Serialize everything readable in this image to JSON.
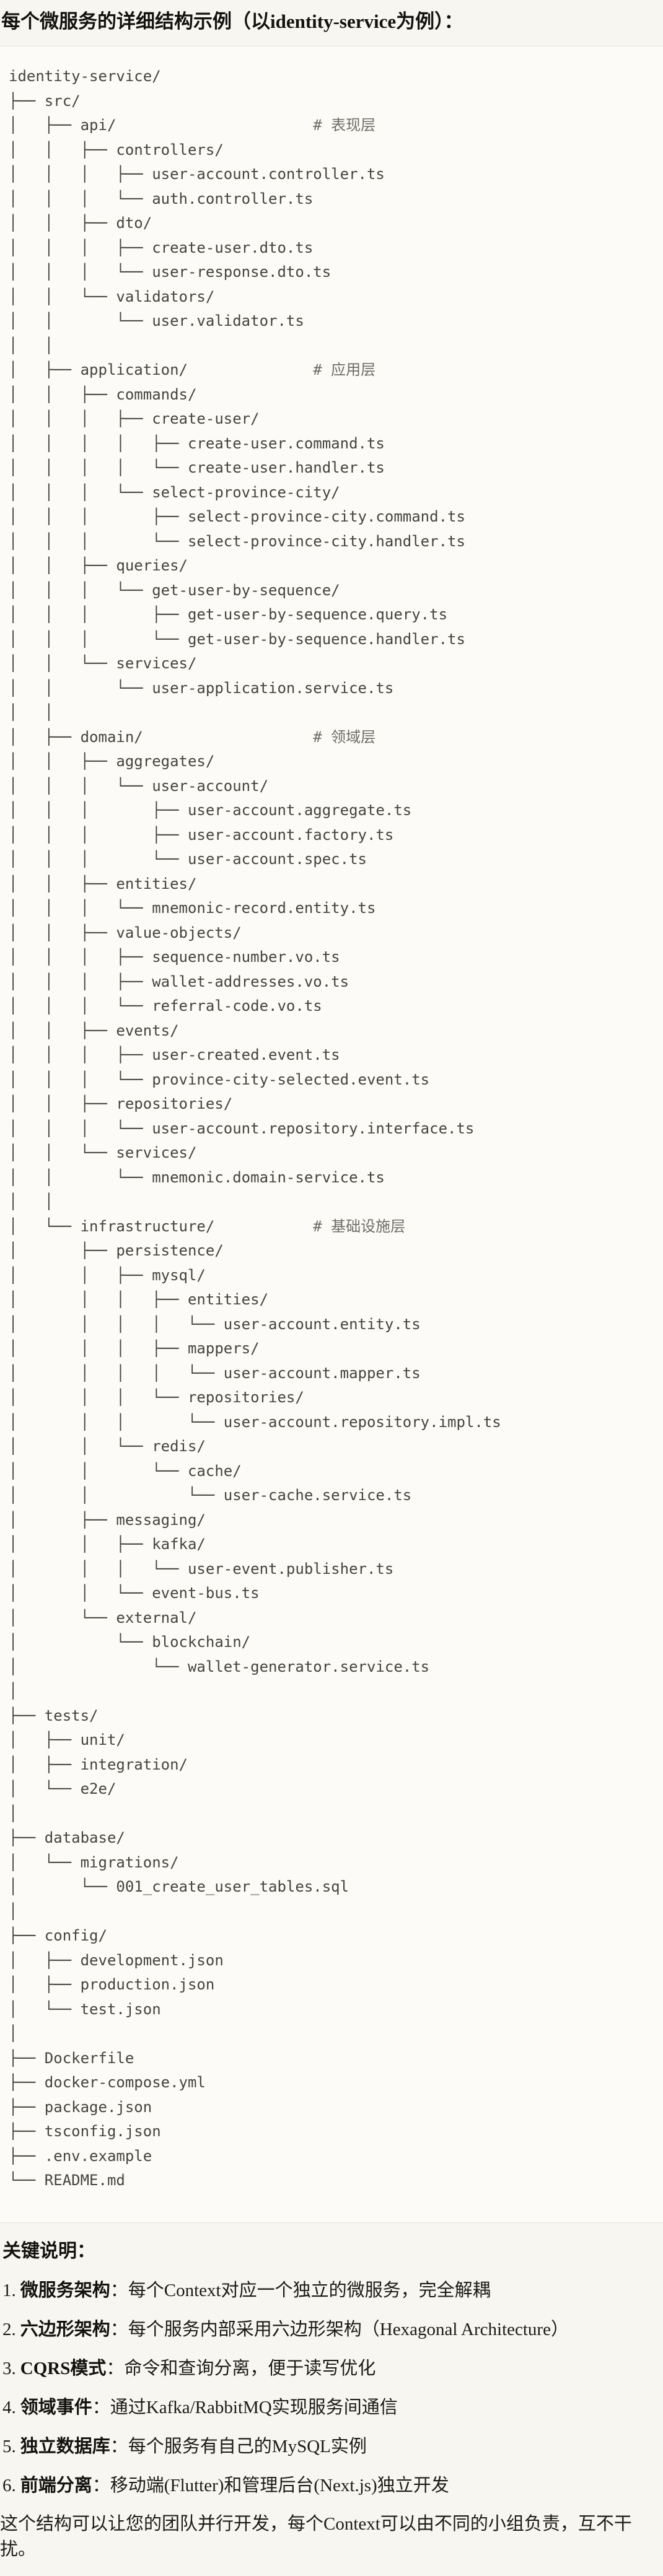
{
  "header": {
    "title": "每个微服务的详细结构示例（以identity-service为例）："
  },
  "code_block": {
    "language": "text",
    "comment_color": "#6e6d65",
    "tree_lines": [
      "identity-service/",
      "├── src/",
      "│   ├── api/                      # 表现层",
      "│   │   ├── controllers/",
      "│   │   │   ├── user-account.controller.ts",
      "│   │   │   └── auth.controller.ts",
      "│   │   ├── dto/",
      "│   │   │   ├── create-user.dto.ts",
      "│   │   │   └── user-response.dto.ts",
      "│   │   └── validators/",
      "│   │       └── user.validator.ts",
      "│   │",
      "│   ├── application/              # 应用层",
      "│   │   ├── commands/",
      "│   │   │   ├── create-user/",
      "│   │   │   │   ├── create-user.command.ts",
      "│   │   │   │   └── create-user.handler.ts",
      "│   │   │   └── select-province-city/",
      "│   │   │       ├── select-province-city.command.ts",
      "│   │   │       └── select-province-city.handler.ts",
      "│   │   ├── queries/",
      "│   │   │   └── get-user-by-sequence/",
      "│   │   │       ├── get-user-by-sequence.query.ts",
      "│   │   │       └── get-user-by-sequence.handler.ts",
      "│   │   └── services/",
      "│   │       └── user-application.service.ts",
      "│   │",
      "│   ├── domain/                   # 领域层",
      "│   │   ├── aggregates/",
      "│   │   │   └── user-account/",
      "│   │   │       ├── user-account.aggregate.ts",
      "│   │   │       ├── user-account.factory.ts",
      "│   │   │       └── user-account.spec.ts",
      "│   │   ├── entities/",
      "│   │   │   └── mnemonic-record.entity.ts",
      "│   │   ├── value-objects/",
      "│   │   │   ├── sequence-number.vo.ts",
      "│   │   │   ├── wallet-addresses.vo.ts",
      "│   │   │   └── referral-code.vo.ts",
      "│   │   ├── events/",
      "│   │   │   ├── user-created.event.ts",
      "│   │   │   └── province-city-selected.event.ts",
      "│   │   ├── repositories/",
      "│   │   │   └── user-account.repository.interface.ts",
      "│   │   └── services/",
      "│   │       └── mnemonic.domain-service.ts",
      "│   │",
      "│   └── infrastructure/           # 基础设施层",
      "│       ├── persistence/",
      "│       │   ├── mysql/",
      "│       │   │   ├── entities/",
      "│       │   │   │   └── user-account.entity.ts",
      "│       │   │   ├── mappers/",
      "│       │   │   │   └── user-account.mapper.ts",
      "│       │   │   └── repositories/",
      "│       │   │       └── user-account.repository.impl.ts",
      "│       │   └── redis/",
      "│       │       └── cache/",
      "│       │           └── user-cache.service.ts",
      "│       ├── messaging/",
      "│       │   ├── kafka/",
      "│       │   │   └── user-event.publisher.ts",
      "│       │   └── event-bus.ts",
      "│       └── external/",
      "│           └── blockchain/",
      "│               └── wallet-generator.service.ts",
      "│",
      "├── tests/",
      "│   ├── unit/",
      "│   ├── integration/",
      "│   └── e2e/",
      "│",
      "├── database/",
      "│   └── migrations/",
      "│       └── 001_create_user_tables.sql",
      "│",
      "├── config/",
      "│   ├── development.json",
      "│   ├── production.json",
      "│   └── test.json",
      "│",
      "├── Dockerfile",
      "├── docker-compose.yml",
      "├── package.json",
      "├── tsconfig.json",
      "├── .env.example",
      "└── README.md"
    ]
  },
  "notes": {
    "heading": "关键说明：",
    "term_separator": "：",
    "items": [
      {
        "num": "1.",
        "term": "微服务架构",
        "desc": "每个Context对应一个独立的微服务，完全解耦"
      },
      {
        "num": "2.",
        "term": "六边形架构",
        "desc": "每个服务内部采用六边形架构（Hexagonal Architecture）"
      },
      {
        "num": "3.",
        "term": "CQRS模式",
        "desc": "命令和查询分离，便于读写优化"
      },
      {
        "num": "4.",
        "term": "领域事件",
        "desc": "通过Kafka/RabbitMQ实现服务间通信"
      },
      {
        "num": "5.",
        "term": "独立数据库",
        "desc": "每个服务有自己的MySQL实例"
      },
      {
        "num": "6.",
        "term": "前端分离",
        "desc": "移动端(Flutter)和管理后台(Next.js)独立开发"
      }
    ],
    "footer": "这个结构可以让您的团队并行开发，每个Context可以由不同的小组负责，互不干扰。"
  }
}
